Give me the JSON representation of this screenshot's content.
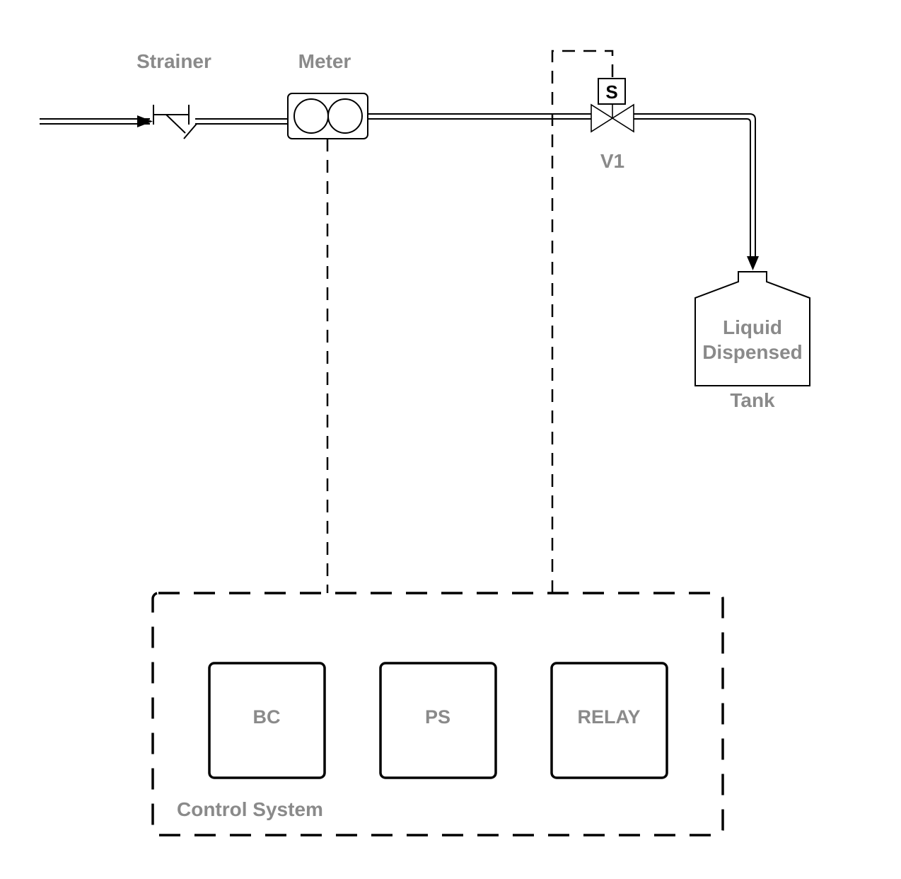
{
  "diagram": {
    "labels": {
      "strainer": "Strainer",
      "meter": "Meter",
      "valve": "V1",
      "solenoid": "S",
      "tank_line1": "Liquid",
      "tank_line2": "Dispensed",
      "tank": "Tank",
      "control_system": "Control System"
    },
    "modules": [
      {
        "id": "bc",
        "label": "BC"
      },
      {
        "id": "ps",
        "label": "PS"
      },
      {
        "id": "relay",
        "label": "RELAY"
      }
    ],
    "colors": {
      "line": "#000000",
      "label": "#8a8a8a"
    }
  }
}
